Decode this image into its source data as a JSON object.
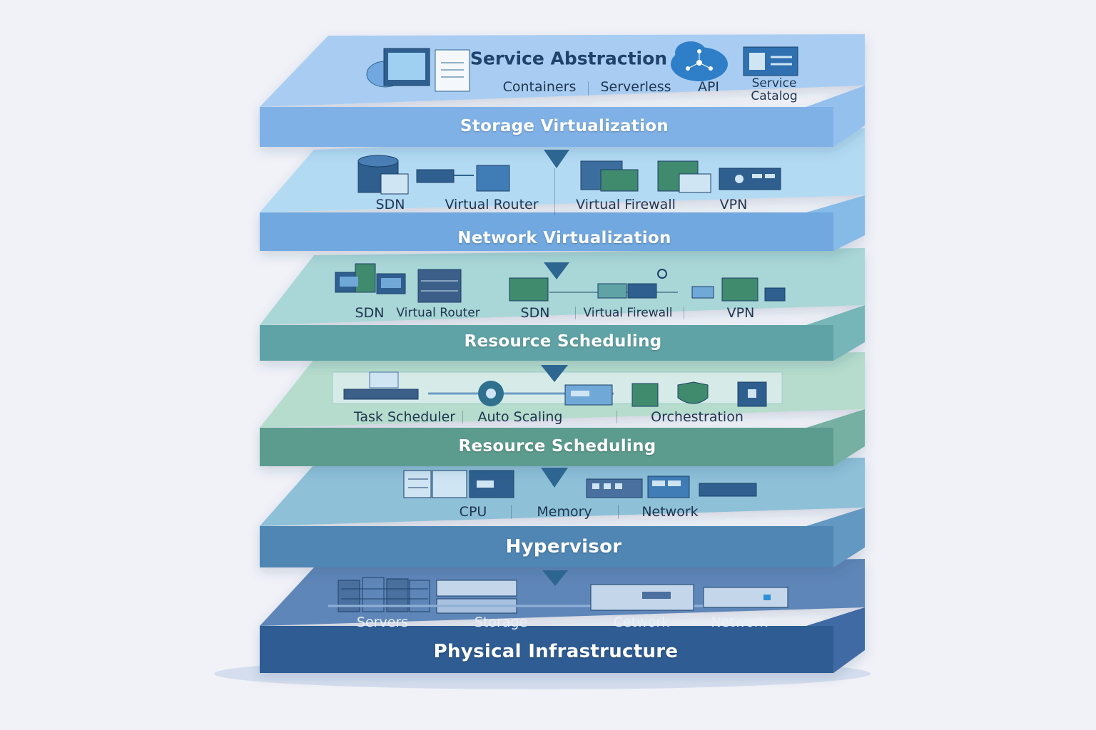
{
  "layers": [
    {
      "id": "service-abstraction",
      "title": "Storage Virtualization",
      "header": "Service Abstraction",
      "items": [
        "Containers",
        "Serverless",
        "API",
        "Service Catalog"
      ],
      "colors": {
        "top": "#a9cdf2",
        "front": "#7fb1e6",
        "side": "#94c0ee"
      }
    },
    {
      "id": "network-virtualization",
      "title": "Network Virtualization",
      "items": [
        "SDN",
        "Virtual Router",
        "Virtual Firewall",
        "VPN"
      ],
      "colors": {
        "top": "#b3daf3",
        "front": "#6fa8df",
        "side": "#86bbe8"
      }
    },
    {
      "id": "resource-scheduling-1",
      "title": "Resource Scheduling",
      "items": [
        "SDN",
        "Virtual Router",
        "SDN",
        "Virtual Firewall",
        "VPN"
      ],
      "colors": {
        "top": "#a9d6d6",
        "front": "#5fa3a6",
        "side": "#76b6b8"
      }
    },
    {
      "id": "resource-scheduling-2",
      "title": "Resource Scheduling",
      "items": [
        "Task Scheduler",
        "Auto Scaling",
        "Orchestration"
      ],
      "colors": {
        "top": "#b5dccc",
        "front": "#5c9c8e",
        "side": "#74b0a2"
      }
    },
    {
      "id": "hypervisor",
      "title": "Hypervisor",
      "items": [
        "CPU",
        "Memory",
        "Network"
      ],
      "colors": {
        "top": "#8ec0d8",
        "front": "#4f86b3",
        "side": "#6398c2"
      }
    },
    {
      "id": "physical-infrastructure",
      "title": "Physical Infrastructure",
      "items": [
        "Servers",
        "Storage",
        "Cetwork",
        "Network"
      ],
      "colors": {
        "top": "#5f86b8",
        "front": "#2f5b93",
        "side": "#3f6ba3"
      }
    }
  ],
  "colors": {
    "background": "#f1f2f8",
    "label_text": "#1f3550",
    "title_text": "#ffffff",
    "arrow": "#2d6690",
    "device_dark": "#2e5f8e",
    "device_light": "#cfe5f4",
    "device_green": "#3f8a6e"
  },
  "icons": [
    "cloud-icon",
    "monitor-icon",
    "document-icon",
    "api-cloud-icon",
    "catalog-icon",
    "database-icon",
    "router-icon",
    "cube-icon",
    "firewall-icon",
    "vpn-icon",
    "workstation-icon",
    "server-rack-icon",
    "switch-icon",
    "gear-icon",
    "shield-icon",
    "cpu-icon",
    "memory-icon",
    "network-device-icon",
    "storage-array-icon"
  ]
}
